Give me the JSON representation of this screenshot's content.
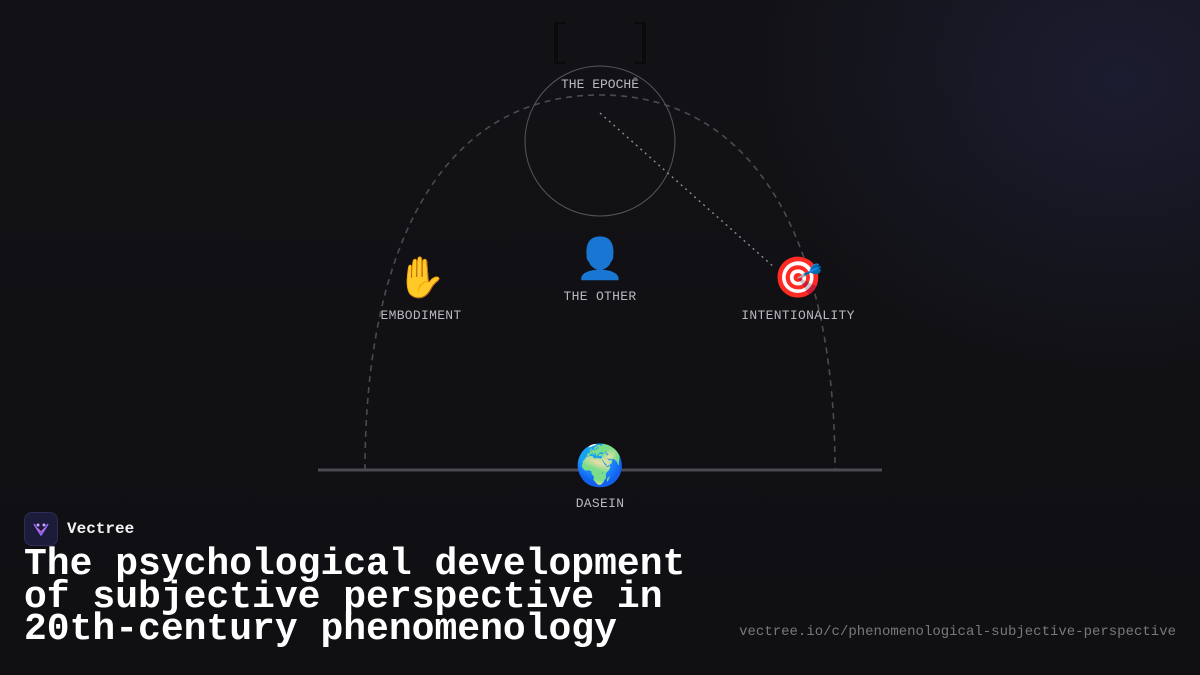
{
  "diagram": {
    "nodes": {
      "epoche": {
        "label": "THE EPOCHĒ",
        "bracket_glyphs": "[  ]"
      },
      "embodiment": {
        "icon": "raised-hand-icon",
        "emoji": "✋",
        "label": "EMBODIMENT"
      },
      "other": {
        "icon": "person-silhouette-icon",
        "emoji": "👤",
        "label": "THE OTHER"
      },
      "intentionality": {
        "icon": "direct-hit-target-icon",
        "emoji": "🎯",
        "label": "INTENTIONALITY"
      },
      "dasein": {
        "icon": "globe-icon",
        "emoji": "🌍",
        "label": "DASEIN"
      }
    },
    "colors": {
      "background": "#111115",
      "arc": "#4a4a52",
      "circle": "#55555c",
      "ground_line": "#4a4a50",
      "label": "#b8b8c0"
    }
  },
  "brand": {
    "name": "Vectree",
    "logo_icon": "vectree-logo-icon",
    "logo_color": "#9b6bff"
  },
  "title": "The psychological development of subjective perspective in 20th-century phenomenology",
  "url": "vectree.io/c/phenomenological-subjective-perspective"
}
